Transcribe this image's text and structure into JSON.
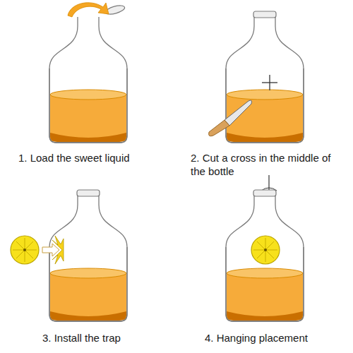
{
  "diagram": {
    "labels": [
      "1. Load the sweet liquid",
      "2. Cut a cross in the middle of the bottle",
      "3. Install the trap",
      "4. Hanging placement"
    ]
  }
}
